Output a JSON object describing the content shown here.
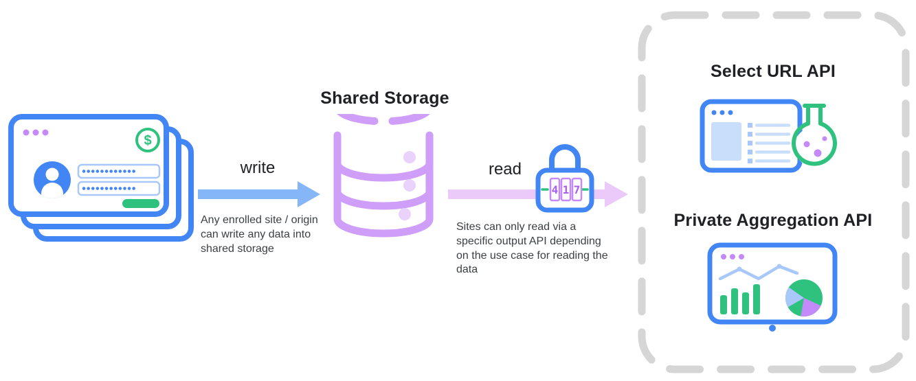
{
  "titles": {
    "shared_storage": "Shared Storage",
    "select_url": "Select URL API",
    "private_aggregation": "Private Aggregation API"
  },
  "arrows": {
    "write": {
      "label": "write",
      "caption": "Any enrolled site / origin can write any data into shared storage"
    },
    "read": {
      "label": "read",
      "caption": "Sites can only read via a specific output API depending on the use case for reading the data"
    }
  },
  "lock": {
    "digits": [
      "4",
      "1",
      "7"
    ]
  },
  "glyphs": {
    "dollar": "$"
  },
  "icons": [
    "browser-stack-icon",
    "dollar-icon",
    "avatar-icon",
    "password-field",
    "database-icon",
    "lock-icon",
    "browser-flask-icon",
    "analytics-dashboard-icon"
  ],
  "colors": {
    "blue": "#4285f4",
    "light_blue": "#a8c7fa",
    "pale_blue": "#c9defb",
    "green": "#2ec27e",
    "purple": "#c58af9",
    "database_purple": "#cf9ef8",
    "database_dot_purple": "#e9d2fb",
    "write_arrow_blue": "#85b6f7",
    "read_arrow_purple": "#ebc9f9",
    "dash_gray": "#d6d6d6",
    "heading_text": "#202124",
    "caption_text": "#3c4043"
  }
}
